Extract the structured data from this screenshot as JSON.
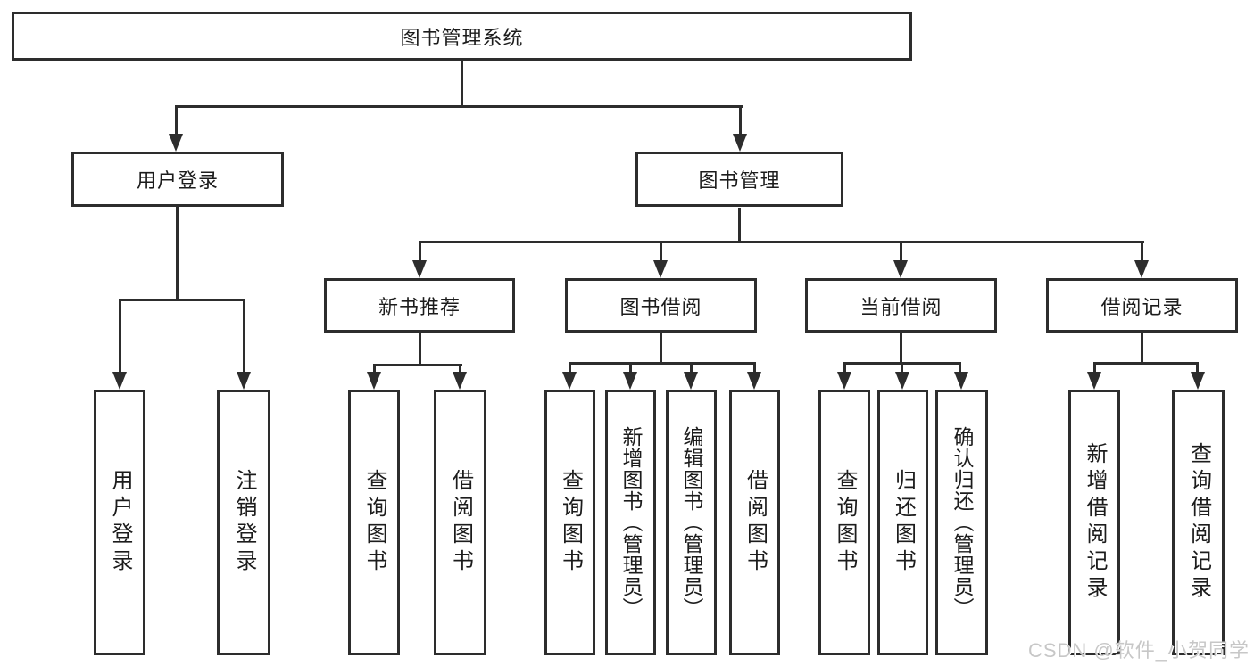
{
  "diagram": {
    "root": "图书管理系统",
    "user_login": "用户登录",
    "book_mgmt": "图书管理",
    "l3": [
      "新书推荐",
      "图书借阅",
      "当前借阅",
      "借阅记录"
    ],
    "login_leaves": [
      "用户登录",
      "注销登录"
    ],
    "rec_leaves": [
      "查询图书",
      "借阅图书"
    ],
    "borrow_leaves": [
      "查询图书",
      "新增图书（管理员）",
      "编辑图书（管理员）",
      "借阅图书"
    ],
    "current_leaves": [
      "查询图书",
      "归还图书",
      "确认归还（管理员）"
    ],
    "record_leaves": [
      "新增借阅记录",
      "查询借阅记录"
    ]
  },
  "watermark": "CSDN @软件_小贺同学",
  "colors": {
    "line": "#2d2d2d",
    "text": "#1c1c1c",
    "watermark": "#c7c7c7",
    "background": "#ffffff"
  }
}
